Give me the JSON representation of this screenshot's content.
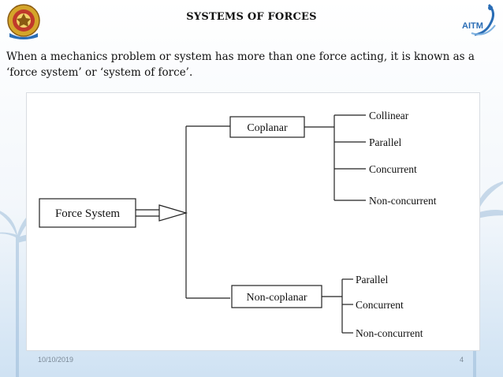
{
  "slide": {
    "title": "SYSTEMS OF FORCES",
    "intro": "When a mechanics problem or system has more than one force acting, it is known as a ‘force system’ or ‘system of force’."
  },
  "diagram": {
    "root": "Force System",
    "branches": [
      {
        "label": "Coplanar",
        "children": [
          "Collinear",
          "Parallel",
          "Concurrent",
          "Non-concurrent"
        ]
      },
      {
        "label": "Non-coplanar",
        "children": [
          "Parallel",
          "Concurrent",
          "Non-concurrent"
        ]
      }
    ]
  },
  "logos": {
    "left": "institution-emblem-icon",
    "right": {
      "text": "AITM",
      "icon": "aitm-logo-icon"
    }
  },
  "footer": {
    "date": "10/10/2019",
    "page": "4"
  },
  "colors": {
    "accent_blue": "#2a6db5",
    "emblem_gold": "#d4a52a",
    "emblem_red": "#c0392b"
  }
}
